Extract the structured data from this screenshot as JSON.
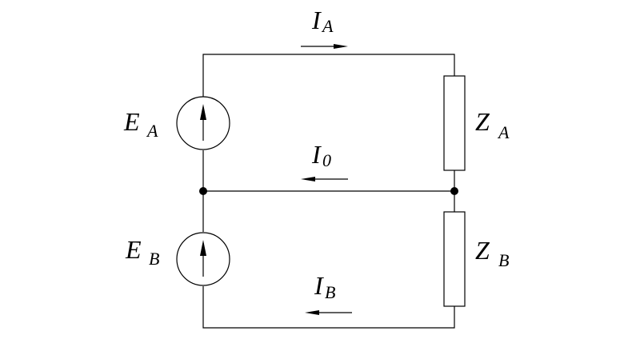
{
  "labels": {
    "ea": {
      "main": "E",
      "sub": "A"
    },
    "eb": {
      "main": "E",
      "sub": "B"
    },
    "za": {
      "main": "Z",
      "sub": "A"
    },
    "zb": {
      "main": "Z",
      "sub": "B"
    },
    "ia": {
      "main": "I",
      "sub": "A"
    },
    "i0": {
      "main": "I",
      "sub": "0"
    },
    "ib": {
      "main": "I",
      "sub": "B"
    }
  },
  "colors": {
    "line": "#000000",
    "background": "#ffffff"
  }
}
